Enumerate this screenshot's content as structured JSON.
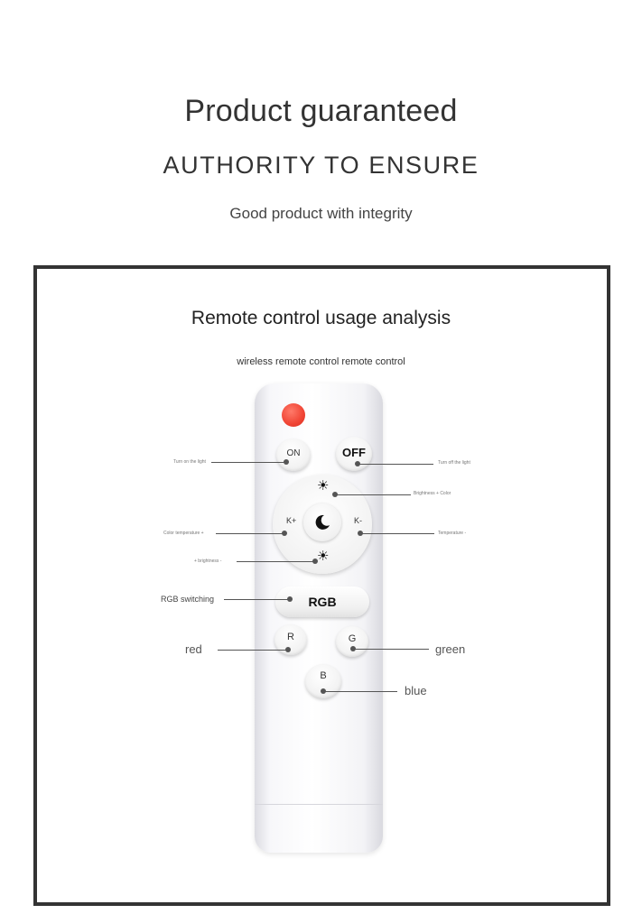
{
  "header": {
    "title": "Product guaranteed",
    "subtitle": "AUTHORITY TO ENSURE",
    "tagline": "Good product with integrity"
  },
  "section": {
    "title": "Remote control usage analysis",
    "subtitle": "wireless remote control remote control"
  },
  "buttons": {
    "on": "ON",
    "off": "OFF",
    "k_plus": "K+",
    "k_minus": "K-",
    "rgb": "RGB",
    "r": "R",
    "g": "G",
    "b": "B"
  },
  "callouts": {
    "turn_on": "Turn on the light",
    "turn_off": "Turn off the light",
    "brightness_color": "Brightness + Color",
    "color_temperature": "Color temperature +",
    "temperature": "Temperature -",
    "brightness_minus": "+ brightness -",
    "rgb_switching": "RGB switching",
    "red": "red",
    "green": "green",
    "blue": "blue"
  },
  "colors": {
    "led": "#f04434",
    "frame_border": "#333333",
    "leader_line": "#555555"
  },
  "icons": [
    "sun-icon",
    "moon-icon"
  ]
}
